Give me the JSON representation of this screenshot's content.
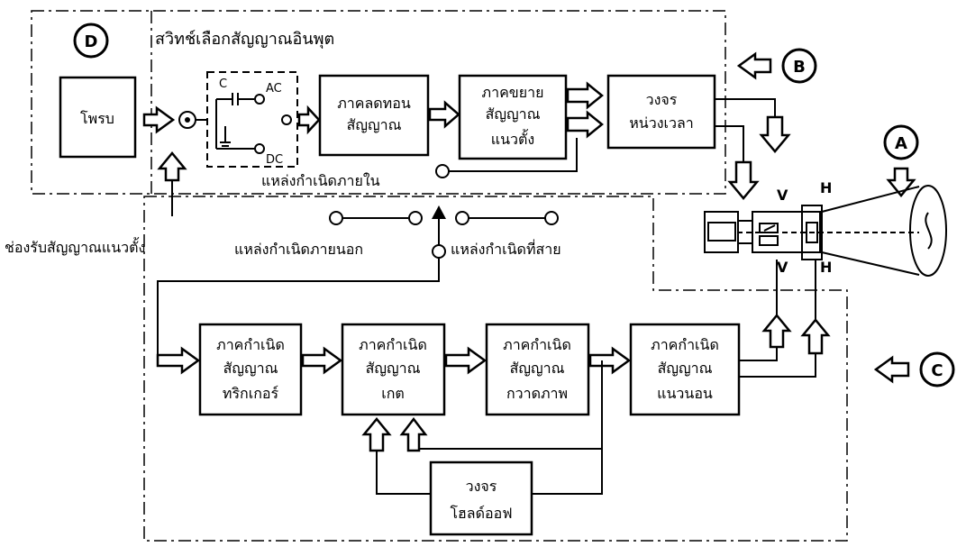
{
  "labels": {
    "D": "D",
    "B": "B",
    "A": "A",
    "C": "C",
    "V": "V",
    "H": "H"
  },
  "section_titles": {
    "input_selector": "สวิทช์เลือกสัญญาณอินพุต"
  },
  "blocks": {
    "probe": "โพรบ",
    "attenuator": [
      "ภาคลดทอน",
      "สัญญาณ"
    ],
    "vert_amp": [
      "ภาคขยาย",
      "สัญญาณ",
      "แนวตั้ง"
    ],
    "delay": [
      "วงจร",
      "หน่วงเวลา"
    ],
    "trigger": [
      "ภาคกำเนิด",
      "สัญญาณ",
      "ทริกเกอร์"
    ],
    "gate": [
      "ภาคกำเนิด",
      "สัญญาณ",
      "เกต"
    ],
    "sweep": [
      "ภาคกำเนิด",
      "สัญญาณ",
      "กวาดภาพ"
    ],
    "horiz": [
      "ภาคกำเนิด",
      "สัญญาณ",
      "แนวนอน"
    ],
    "holdoff": [
      "วงจร",
      "โฮลด์ออฟ"
    ]
  },
  "switch": {
    "c": "C",
    "ac": "AC",
    "dc": "DC"
  },
  "texts": {
    "internal_source": "แหล่งกำเนิดภายใน",
    "external_source": "แหล่งกำเนิดภายนอก",
    "line_source": "แหล่งกำเนิดที่สาย",
    "vertical_input": "ช่องรับสัญญาณแนวตั้ง"
  }
}
